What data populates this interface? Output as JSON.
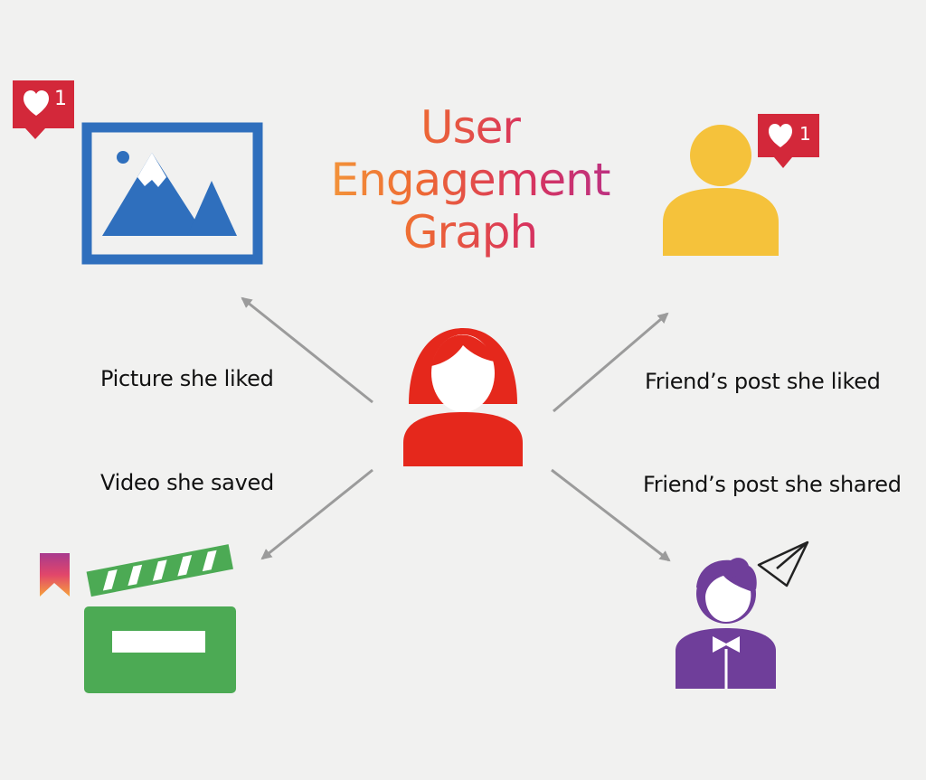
{
  "title": {
    "line1": "User",
    "line2": "Engagement",
    "line3": "Graph"
  },
  "edges": {
    "picture": "Picture she liked",
    "video": "Video she saved",
    "friend_liked": "Friend’s post she liked",
    "friend_shared": "Friend’s post she shared"
  },
  "badges": {
    "picture_likes": "1",
    "friend_likes": "1"
  },
  "icons": {
    "center": "woman-user-icon",
    "picture": "image-icon",
    "video": "clapperboard-icon",
    "friend_liked": "friend-user-icon",
    "friend_shared": "friend-boy-icon",
    "like": "heart-notification-icon",
    "bookmark": "bookmark-icon",
    "share": "paper-plane-icon"
  },
  "colors": {
    "woman": "#e5281c",
    "picture": "#2f6fbd",
    "video": "#4caa54",
    "friend_liked": "#f5c23b",
    "friend_shared": "#6f3e9a",
    "like_badge": "#d3283a",
    "arrow": "#9b9b9b"
  }
}
